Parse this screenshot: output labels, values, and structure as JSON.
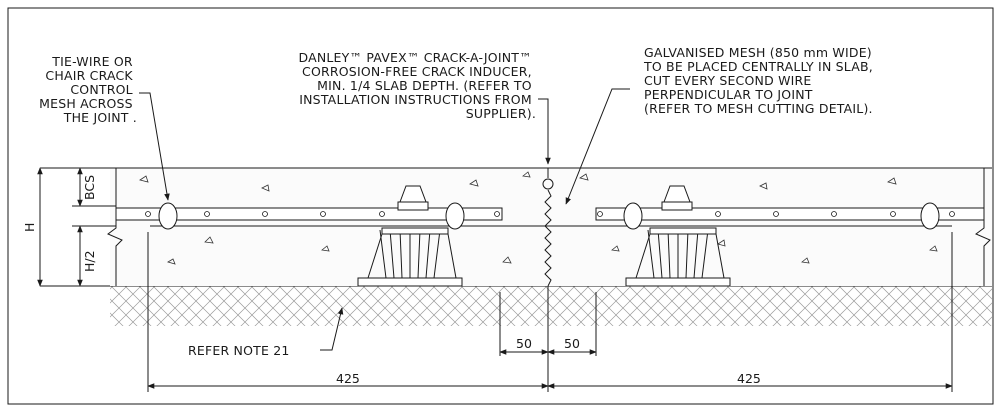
{
  "labels": {
    "tie_wire": [
      "TIE-WIRE OR",
      "CHAIR CRACK",
      "CONTROL",
      "MESH ACROSS",
      "THE JOINT ."
    ],
    "danley": [
      "DANLEY™ PAVEX™ CRACK-A-JOINT™",
      "CORROSION-FREE CRACK INDUCER,",
      "MIN. 1/4 SLAB DEPTH. (REFER TO",
      "INSTALLATION INSTRUCTIONS FROM",
      "SUPPLIER)."
    ],
    "galvanised": [
      "GALVANISED MESH (850 mm WIDE)",
      "TO BE PLACED CENTRALLY IN SLAB,",
      "CUT EVERY SECOND WIRE",
      "PERPENDICULAR TO JOINT",
      "(REFER TO MESH CUTTING DETAIL)."
    ],
    "refer_note": "REFER NOTE 21"
  },
  "dimensions": {
    "bcs": "BCS",
    "h": "H",
    "h_half": "H/2",
    "offset_left": "50",
    "offset_right": "50",
    "span_left": "425",
    "span_right": "425"
  },
  "colors": {
    "line": "#1a1a1a",
    "ground_fill": "#f2f2f2",
    "slab_fill": "#fafafa"
  }
}
